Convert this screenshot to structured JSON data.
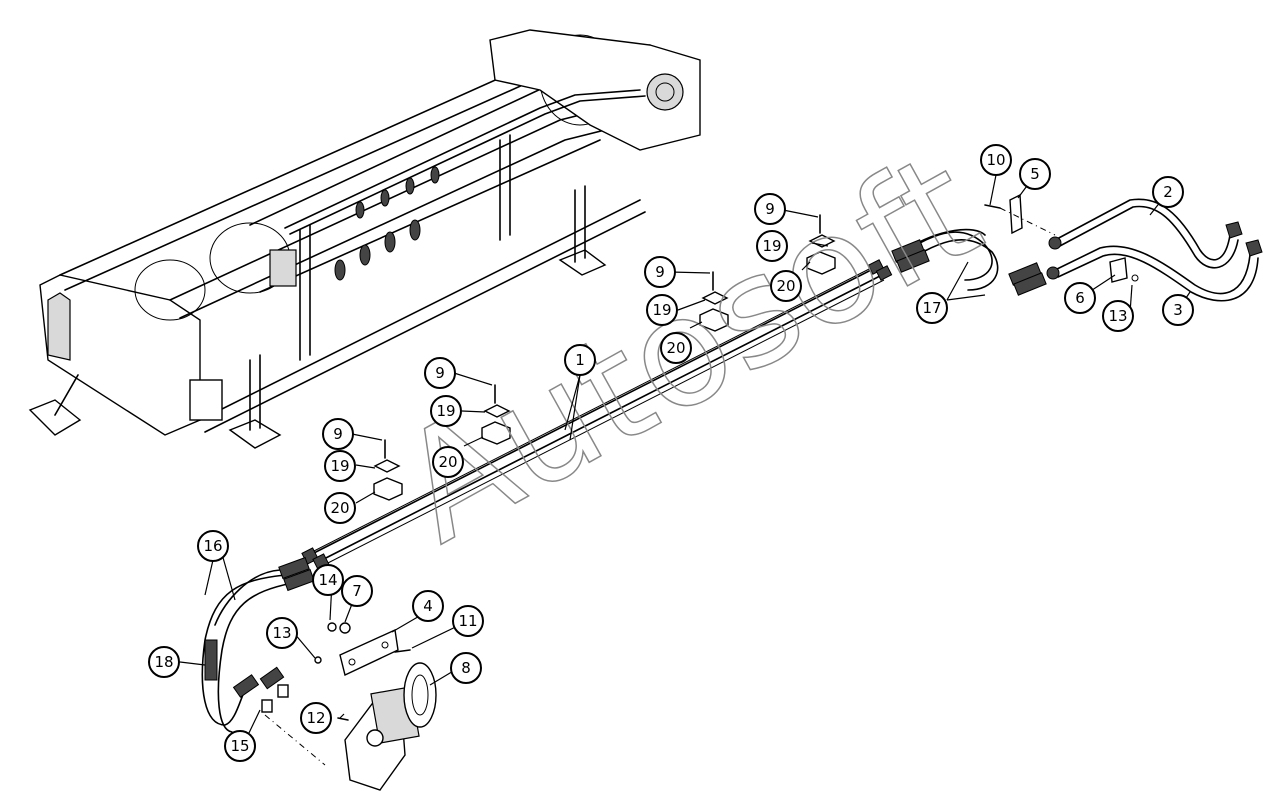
{
  "watermark": "Autosoft",
  "callouts": [
    {
      "num": "1"
    },
    {
      "num": "2"
    },
    {
      "num": "3"
    },
    {
      "num": "4"
    },
    {
      "num": "5"
    },
    {
      "num": "6"
    },
    {
      "num": "7"
    },
    {
      "num": "8"
    },
    {
      "num": "9"
    },
    {
      "num": "10"
    },
    {
      "num": "11"
    },
    {
      "num": "12"
    },
    {
      "num": "13"
    },
    {
      "num": "14"
    },
    {
      "num": "15"
    },
    {
      "num": "16"
    },
    {
      "num": "17"
    },
    {
      "num": "18"
    },
    {
      "num": "19"
    },
    {
      "num": "20"
    }
  ]
}
